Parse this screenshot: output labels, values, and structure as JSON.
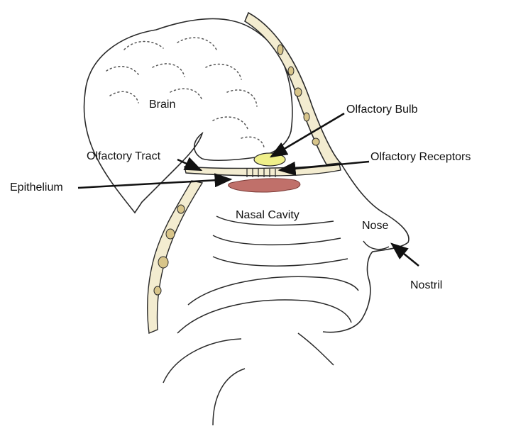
{
  "labels": {
    "brain": "Brain",
    "olfactory_bulb": "Olfactory Bulb",
    "olfactory_tract": "Olfactory Tract",
    "olfactory_receptors": "Olfactory Receptors",
    "epithelium": "Epithelium",
    "nasal_cavity": "Nasal Cavity",
    "nose": "Nose",
    "nostril": "Nostril"
  },
  "colors": {
    "outline": "#2a2a2a",
    "bone_fill": "#f3ecd0",
    "bone_spot": "#d8c58a",
    "bulb_fill": "#f0f08a",
    "epithelium_fill": "#c0706a"
  }
}
